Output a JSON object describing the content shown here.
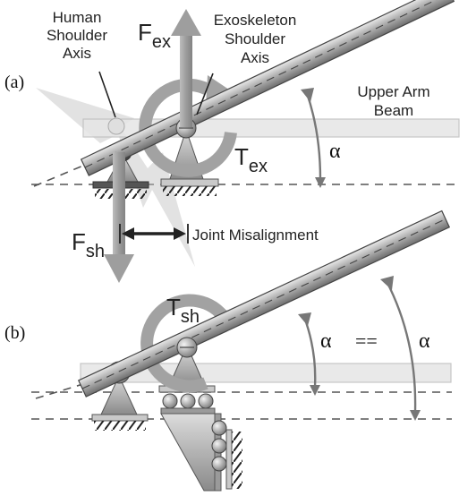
{
  "labels": {
    "panel_a": "(a)",
    "panel_b": "(b)",
    "human_axis": [
      "Human",
      "Shoulder",
      "Axis"
    ],
    "exo_axis": [
      "Exoskeleton",
      "Shoulder",
      "Axis"
    ],
    "upper_arm": [
      "Upper Arm",
      "Beam"
    ],
    "joint_misalignment": "Joint Misalignment",
    "f_ex_main": "F",
    "f_ex_sub": "ex",
    "t_ex_main": "T",
    "t_ex_sub": "ex",
    "f_sh_main": "F",
    "f_sh_sub": "sh",
    "t_sh_main": "T",
    "t_sh_sub": "sh",
    "alpha": "α",
    "equals": "=="
  }
}
